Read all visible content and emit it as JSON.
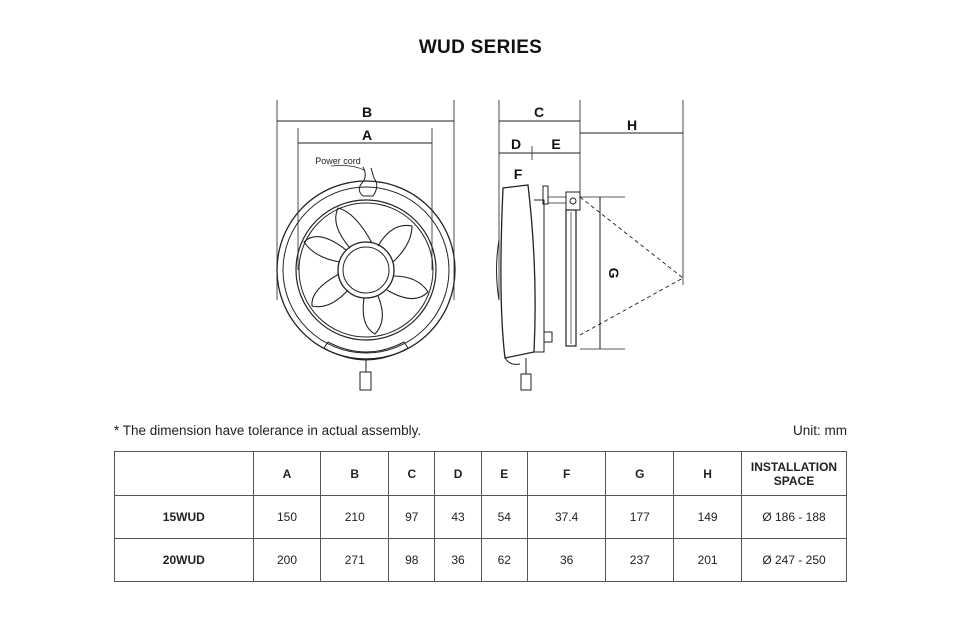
{
  "title": "WUD SERIES",
  "diagram": {
    "labels": {
      "a": "A",
      "b": "B",
      "c": "C",
      "d": "D",
      "e": "E",
      "f": "F",
      "g": "G",
      "h": "H",
      "power_cord": "Power cord"
    }
  },
  "note": "* The dimension have tolerance in actual assembly.",
  "unit": "Unit: mm",
  "table": {
    "headers": [
      "",
      "A",
      "B",
      "C",
      "D",
      "E",
      "F",
      "G",
      "H",
      "INSTALLATION SPACE"
    ],
    "rows": [
      {
        "model": "15WUD",
        "values": [
          "150",
          "210",
          "97",
          "43",
          "54",
          "37.4",
          "177",
          "149",
          "Ø 186 - 188"
        ]
      },
      {
        "model": "20WUD",
        "values": [
          "200",
          "271",
          "98",
          "36",
          "62",
          "36",
          "237",
          "201",
          "Ø 247 - 250"
        ]
      }
    ]
  }
}
